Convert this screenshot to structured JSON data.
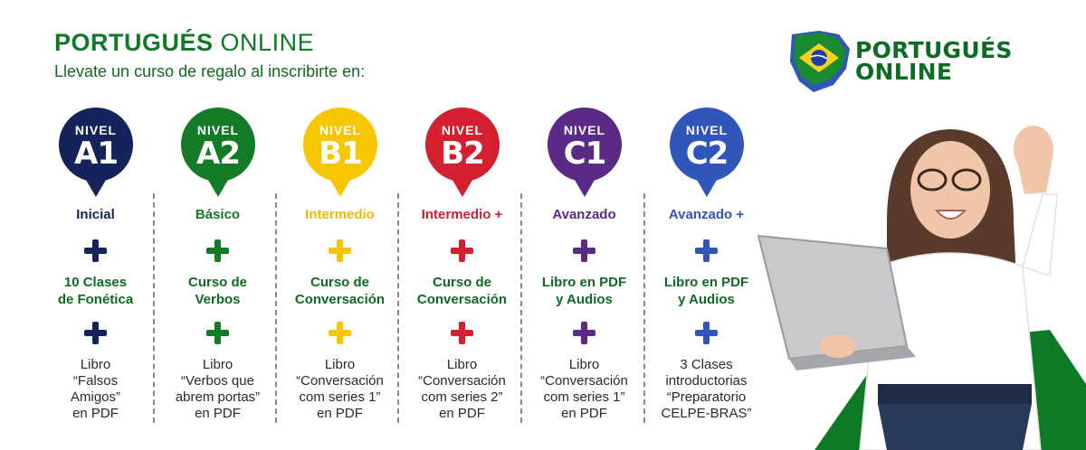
{
  "header": {
    "title_bold": "PORTUGUÉS",
    "title_light": "ONLINE",
    "subtitle": "Llevate un curso de regalo al inscribirte en:"
  },
  "logo": {
    "line1": "PORTUGUÉS",
    "line2": "ONLINE"
  },
  "levels": [
    {
      "nivel": "NIVEL",
      "code": "A1",
      "name": "Inicial",
      "gift1": "10 Clases\nde Fonética",
      "gift2": "Libro\n“Falsos\nAmigos”\nen PDF",
      "color": "#14235a",
      "name_color": "#14235a"
    },
    {
      "nivel": "NIVEL",
      "code": "A2",
      "name": "Básico",
      "gift1": "Curso de\nVerbos",
      "gift2": "Libro\n“Verbos que\nabrem portas”\nen PDF",
      "color": "#137a26",
      "name_color": "#137a26"
    },
    {
      "nivel": "NIVEL",
      "code": "B1",
      "name": "Intermedio",
      "gift1": "Curso de\nConversación",
      "gift2": "Libro\n“Conversación\ncom series 1”\nen PDF",
      "color": "#f7c600",
      "name_color": "#f2b705"
    },
    {
      "nivel": "NIVEL",
      "code": "B2",
      "name": "Intermedio +",
      "gift1": "Curso de\nConversación",
      "gift2": "Libro\n“Conversación\ncom series 2”\nen PDF",
      "color": "#d31f2f",
      "name_color": "#d31f2f"
    },
    {
      "nivel": "NIVEL",
      "code": "C1",
      "name": "Avanzado",
      "gift1": "Libro en PDF\ny Audios",
      "gift2": "Libro\n“Conversación\ncom series 1”\nen PDF",
      "color": "#5b2a86",
      "name_color": "#5b2a86"
    },
    {
      "nivel": "NIVEL",
      "code": "C2",
      "name": "Avanzado +",
      "gift1": "Libro en PDF\ny Audios",
      "gift2": "3 Clases\nintroductorias\n“Preparatorio\nCELPE-BRAS”",
      "color": "#2f56b8",
      "name_color": "#2f56b8"
    }
  ],
  "colors": {
    "brand_green": "#0f7a26",
    "divider": "#888888"
  }
}
